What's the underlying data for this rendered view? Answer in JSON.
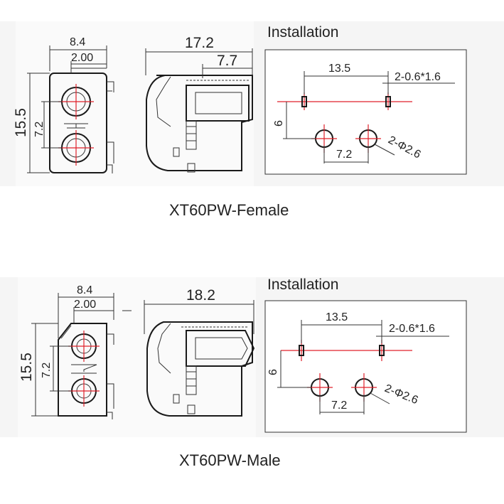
{
  "female": {
    "caption": "XT60PW-Female",
    "installation_title": "Installation",
    "front_width": "8.4",
    "pin_offset": "2.00",
    "height": "15.5",
    "pin_spacing": "7.2",
    "side_length": "17.2",
    "side_partial": "7.7",
    "inst_pin_distance": "13.5",
    "inst_slot": "2-0.6*1.6",
    "inst_vertical": "6",
    "inst_hole_spacing": "7.2",
    "inst_hole_dia": "2-Φ2.6"
  },
  "male": {
    "caption": "XT60PW-Male",
    "installation_title": "Installation",
    "front_width": "8.4",
    "pin_offset": "2.00",
    "height": "15.5",
    "pin_spacing": "7.2",
    "side_length": "18.2",
    "inst_pin_distance": "13.5",
    "inst_slot": "2-0.6*1.6",
    "inst_vertical": "6",
    "inst_hole_spacing": "7.2",
    "inst_hole_dia": "2-Φ2.6"
  },
  "colors": {
    "line": "#1a1a1a",
    "centerline": "#e0202a",
    "panel": "#f6f6f6"
  }
}
